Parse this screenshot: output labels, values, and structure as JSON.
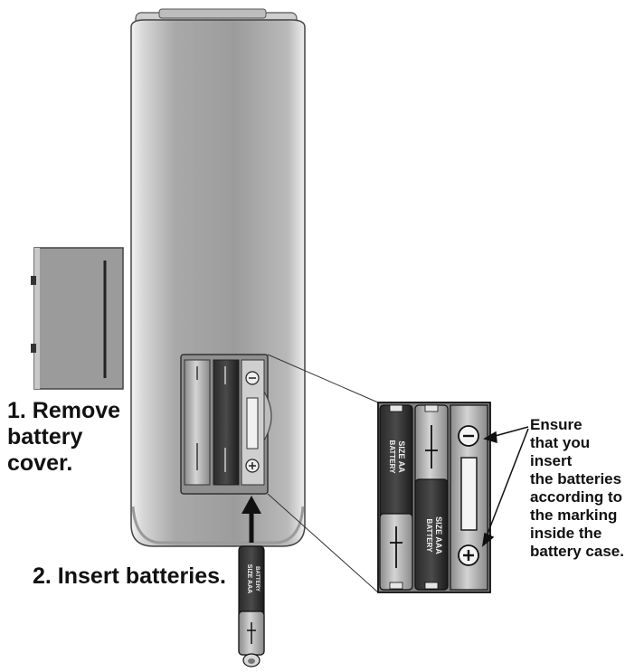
{
  "steps": {
    "remove_cover": [
      "1. Remove",
      "battery",
      "cover."
    ],
    "insert_batteries": "2. Insert batteries."
  },
  "note": [
    "Ensure",
    "that you",
    "insert",
    "the batteries",
    "according to",
    "the marking",
    "inside the",
    "battery case."
  ],
  "battery_labels": {
    "size_aa": "SIZE AA",
    "size_aaa": "SIZE AAA",
    "battery": "BATTERY"
  },
  "polarity": {
    "plus": "+",
    "minus": "−"
  }
}
